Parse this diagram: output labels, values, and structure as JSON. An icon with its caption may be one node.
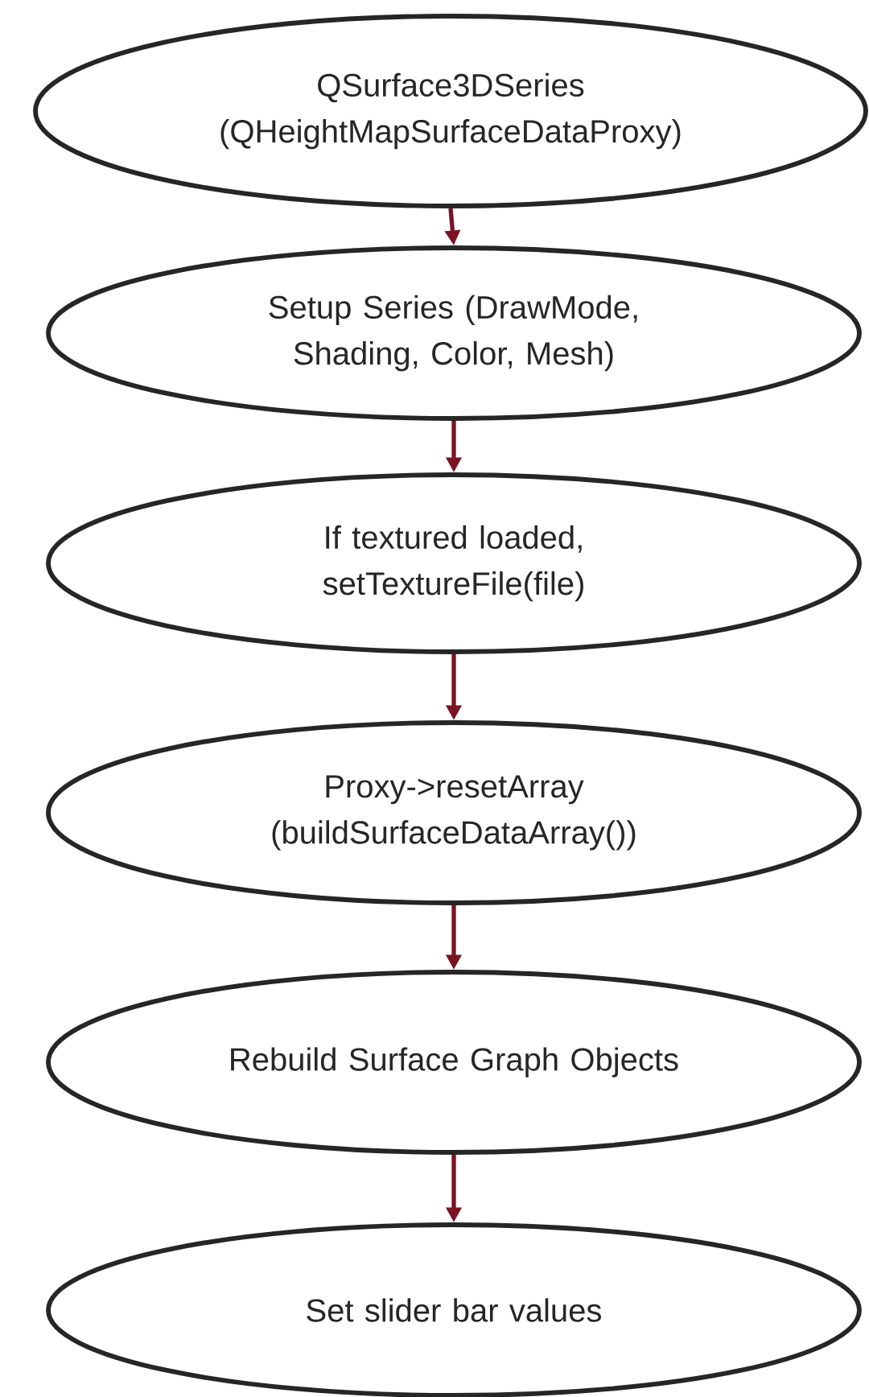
{
  "diagram": {
    "nodes": [
      {
        "text": [
          "QSurface3DSeries (QHeightMapSurfaceDataProxy)"
        ]
      },
      {
        "text": [
          "Setup Series (DrawMode, Shading, Color, Mesh)"
        ]
      },
      {
        "text": [
          "If textured loaded, setTextureFile(file)"
        ]
      },
      {
        "text": [
          "Proxy->resetArray (buildSurfaceDataArray())"
        ]
      },
      {
        "text": [
          "Rebuild Surface Graph Objects"
        ]
      },
      {
        "text": [
          "Set slider bar values"
        ]
      }
    ],
    "edges": [
      {
        "from": 0,
        "to": 1,
        "arrow": "to"
      },
      {
        "from": 1,
        "to": 2,
        "arrow": "to"
      },
      {
        "from": 2,
        "to": 3,
        "arrow": "to"
      },
      {
        "from": 3,
        "to": 4,
        "arrow": "to"
      },
      {
        "from": 4,
        "to": 5,
        "arrow": "to"
      }
    ]
  }
}
